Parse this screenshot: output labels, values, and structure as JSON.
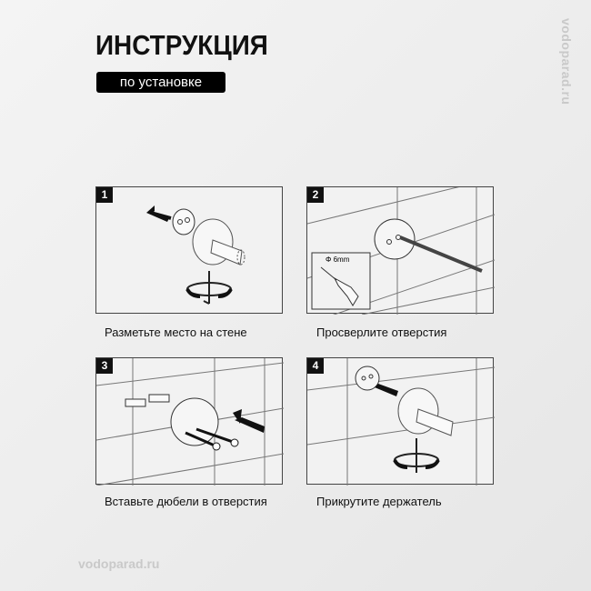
{
  "header": {
    "title": "ИНСТРУКЦИЯ",
    "subtitle": "по установке"
  },
  "watermark": "vodoparad.ru",
  "steps": [
    {
      "number": "1",
      "caption": "Разметьте место на стене"
    },
    {
      "number": "2",
      "caption": "Просверлите отверстия",
      "drill_label": "Φ 6mm"
    },
    {
      "number": "3",
      "caption": "Вставьте дюбели в отверстия"
    },
    {
      "number": "4",
      "caption": "Прикрутите держатель"
    }
  ]
}
